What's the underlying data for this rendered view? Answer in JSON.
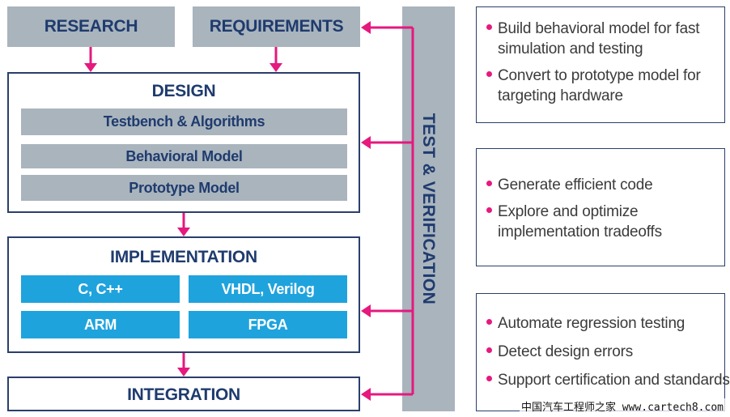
{
  "top": {
    "research": "RESEARCH",
    "requirements": "REQUIREMENTS"
  },
  "design": {
    "title": "DESIGN",
    "items": [
      "Testbench & Algorithms",
      "Behavioral Model",
      "Prototype Model"
    ]
  },
  "implementation": {
    "title": "IMPLEMENTATION",
    "items": [
      "C, C++",
      "VHDL, Verilog",
      "ARM",
      "FPGA"
    ]
  },
  "integration": {
    "title": "INTEGRATION"
  },
  "test_verification": "TEST & VERIFICATION",
  "notes": [
    [
      "Build behavioral model for fast simulation and testing",
      "Convert to prototype model for targeting hardware"
    ],
    [
      "Generate efficient code",
      "Explore and optimize implementation tradeoffs"
    ],
    [
      "Automate regression testing",
      "Detect design errors",
      "Support certification and standards"
    ]
  ],
  "watermark": "中国汽车工程师之家 www.cartech8.com",
  "colors": {
    "accent": "#e5197e",
    "navy": "#1f3b6e",
    "gray": "#a9b4bd",
    "blue": "#1fa3dd"
  }
}
